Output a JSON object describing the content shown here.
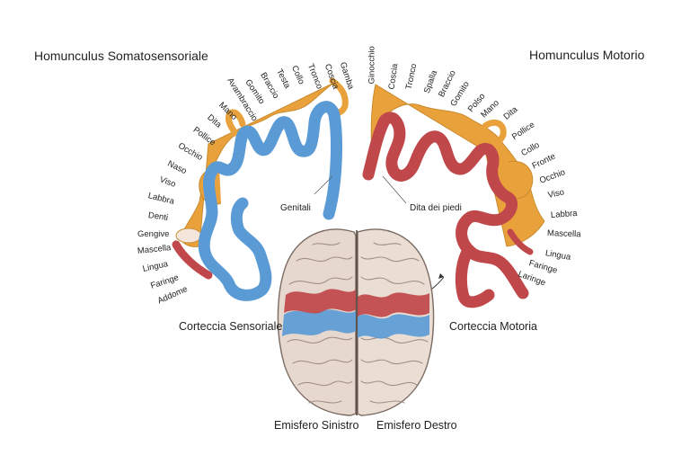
{
  "titles": {
    "sensory": "Homunculus Somatosensoriale",
    "motor": "Homunculus Motorio"
  },
  "captions": {
    "sensory_cortex": "Corteccia Sensoriale",
    "motor_cortex": "Corteccia Motoria",
    "left_hemisphere": "Emisfero Sinistro",
    "right_hemisphere": "Emisfero Destro"
  },
  "callouts": {
    "genitals": "Genitali",
    "toes": "Dita dei piedi"
  },
  "sensory_labels": [
    "Gamba",
    "Coscia",
    "Tronco",
    "Collo",
    "Testa",
    "Braccio",
    "Gomito",
    "Avambraccio",
    "Mano",
    "Dita",
    "Pollice",
    "Occhio",
    "Naso",
    "Viso",
    "Labbra",
    "Denti",
    "Gengive",
    "Mascella",
    "Lingua",
    "Faringe",
    "Addome"
  ],
  "motor_labels": [
    "Ginocchio",
    "Coscia",
    "Tronco",
    "Spalla",
    "Braccio",
    "Gomito",
    "Polso",
    "Mano",
    "Dita",
    "Pollice",
    "Collo",
    "Fronte",
    "Occhio",
    "Viso",
    "Labbra",
    "Mascella",
    "Lingua",
    "Faringe",
    "Laringe"
  ],
  "colors": {
    "sensory_cortex": "#5b9bd5",
    "motor_cortex": "#c0474a",
    "homunculus_body": "#e9a23b",
    "brain_tissue": "#e6d8cf"
  }
}
